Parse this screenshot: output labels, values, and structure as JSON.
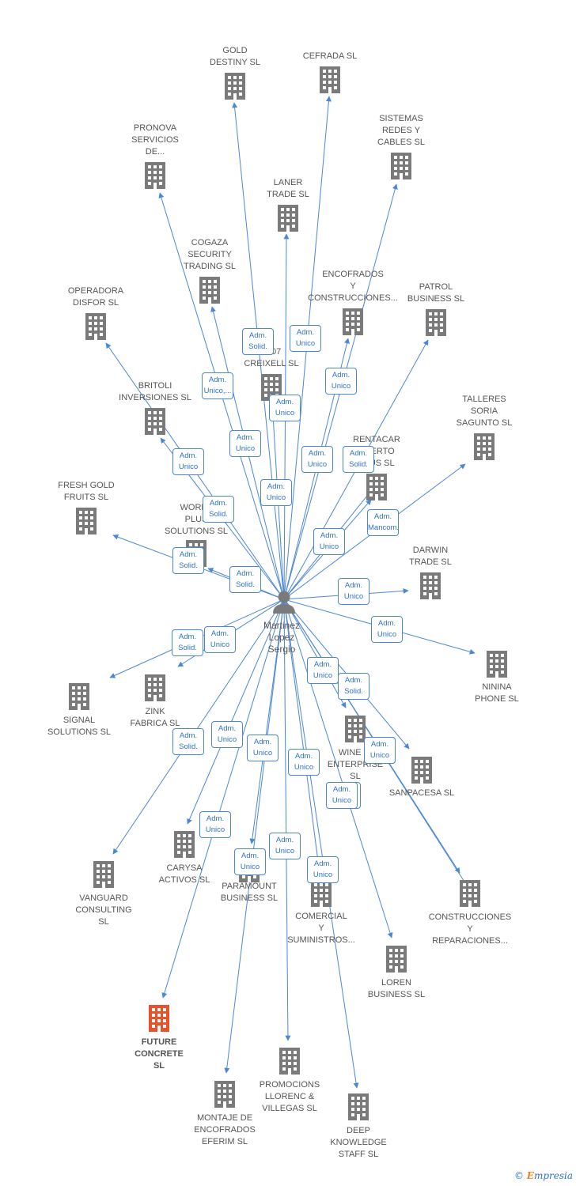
{
  "colors": {
    "edge": "#4a87d6",
    "building": "#7a7a7a",
    "highlight": "#e8522a",
    "text": "#555555"
  },
  "center": {
    "name_lines": [
      "Martinez",
      "Lopez",
      "Sergio"
    ],
    "icon": "person-icon"
  },
  "companies": [
    {
      "id": "gold-destiny",
      "lines": [
        "GOLD",
        "DESTINY  SL"
      ]
    },
    {
      "id": "cefrada",
      "lines": [
        "CEFRADA SL"
      ]
    },
    {
      "id": "sistemas-redes",
      "lines": [
        "SISTEMAS",
        "REDES Y",
        "CABLES  SL"
      ]
    },
    {
      "id": "pronova",
      "lines": [
        "PRONOVA",
        "SERVICIOS",
        "DE..."
      ]
    },
    {
      "id": "laner",
      "lines": [
        "LANER",
        "TRADE  SL"
      ]
    },
    {
      "id": "cogaza",
      "lines": [
        "COGAZA",
        "SECURITY",
        "TRADING SL"
      ]
    },
    {
      "id": "encofrados-y-construcciones",
      "lines": [
        "ENCOFRADOS",
        "Y",
        "CONSTRUCCIONES..."
      ]
    },
    {
      "id": "patrol",
      "lines": [
        "PATROL",
        "BUSINESS  SL"
      ]
    },
    {
      "id": "operadora",
      "lines": [
        "OPERADORA",
        "DISFOR  SL"
      ]
    },
    {
      "id": "creixell",
      "lines": [
        "2007",
        "CREIXELL SL"
      ]
    },
    {
      "id": "britoli",
      "lines": [
        "BRITOLI",
        "INVERSIONES SL"
      ]
    },
    {
      "id": "talleres",
      "lines": [
        "TALLERES",
        "SORIA",
        "SAGUNTO  SL"
      ]
    },
    {
      "id": "rentacar",
      "lines": [
        "RENTACAR",
        "PUERTO",
        "PLUS SL"
      ]
    },
    {
      "id": "fresh-gold",
      "lines": [
        "FRESH GOLD",
        "FRUITS  SL"
      ]
    },
    {
      "id": "world-plus",
      "lines": [
        "WORLD",
        "PLUS",
        "SOLUTIONS  SL"
      ]
    },
    {
      "id": "darwin",
      "lines": [
        "DARWIN",
        "TRADE  SL"
      ]
    },
    {
      "id": "ninina",
      "lines": [
        "NININA",
        "PHONE  SL"
      ]
    },
    {
      "id": "signal",
      "lines": [
        "SIGNAL",
        "SOLUTIONS  SL"
      ]
    },
    {
      "id": "zink",
      "lines": [
        "ZINK",
        "FABRICA SL"
      ]
    },
    {
      "id": "wine-vi",
      "lines": [
        "WINE VI",
        "ENTERPRISE",
        "SL"
      ]
    },
    {
      "id": "sanpacesa",
      "lines": [
        "SANPACESA  SL"
      ]
    },
    {
      "id": "vanguard",
      "lines": [
        "VANGUARD",
        "CONSULTING",
        "SL"
      ]
    },
    {
      "id": "carysa",
      "lines": [
        "CARYSA",
        "ACTIVOS  SL"
      ]
    },
    {
      "id": "paramount",
      "lines": [
        "PARAMOUNT",
        "BUSINESS SL"
      ]
    },
    {
      "id": "comercial",
      "lines": [
        "COMERCIAL",
        "Y",
        "SUMINISTROS..."
      ]
    },
    {
      "id": "construcciones-rep",
      "lines": [
        "CONSTRUCCIONES",
        "Y",
        "REPARACIONES..."
      ]
    },
    {
      "id": "loren",
      "lines": [
        "LOREN",
        "BUSINESS  SL"
      ]
    },
    {
      "id": "future-concrete",
      "lines": [
        "FUTURE",
        "CONCRETE",
        "SL"
      ],
      "highlight": true
    },
    {
      "id": "promociones",
      "lines": [
        "PROMOCIONS",
        "LLORENC &",
        "VILLEGAS SL"
      ]
    },
    {
      "id": "montaje",
      "lines": [
        "MONTAJE DE",
        "ENCOFRADOS",
        "EFERIM SL"
      ]
    },
    {
      "id": "deep-knowledge",
      "lines": [
        "DEEP",
        "KNOWLEDGE",
        "STAFF SL"
      ]
    }
  ],
  "relations": [
    {
      "to": "gold-destiny",
      "lines": [
        "Adm.",
        "Solid."
      ]
    },
    {
      "to": "cefrada",
      "lines": [
        "Adm.",
        "Unico"
      ]
    },
    {
      "to": "sistemas-redes",
      "lines": [
        "Adm.",
        "Unico"
      ]
    },
    {
      "to": "pronova",
      "lines": [
        "Adm.",
        "Unico,..."
      ]
    },
    {
      "to": "laner",
      "lines": [
        "Adm.",
        "Unico"
      ]
    },
    {
      "to": "cogaza",
      "lines": [
        "Adm.",
        "Unico"
      ]
    },
    {
      "to": "encofrados-y-construcciones",
      "lines": [
        "Adm.",
        "Unico"
      ]
    },
    {
      "to": "patrol",
      "lines": [
        "Adm.",
        "Solid."
      ]
    },
    {
      "to": "operadora",
      "lines": [
        "Adm.",
        "Unico"
      ]
    },
    {
      "to": "creixell",
      "lines": [
        "Adm.",
        "Unico"
      ]
    },
    {
      "to": "britoli",
      "lines": [
        "Adm.",
        "Solid."
      ]
    },
    {
      "to": "talleres",
      "lines": [
        "Adm.",
        "Mancom."
      ]
    },
    {
      "to": "rentacar",
      "lines": [
        "Adm.",
        "Unico"
      ]
    },
    {
      "to": "fresh-gold",
      "lines": [
        "Adm.",
        "Solid."
      ]
    },
    {
      "to": "world-plus",
      "lines": [
        "Adm.",
        "Solid."
      ]
    },
    {
      "to": "darwin",
      "lines": [
        "Adm.",
        "Unico"
      ]
    },
    {
      "to": "ninina",
      "lines": [
        "Adm.",
        "Unico"
      ]
    },
    {
      "to": "signal",
      "lines": [
        "Adm.",
        "Solid."
      ]
    },
    {
      "to": "zink",
      "lines": [
        "Adm.",
        "Unico"
      ]
    },
    {
      "to": "wine-vi",
      "lines": [
        "Adm.",
        "Unico"
      ]
    },
    {
      "to": "sanpacesa",
      "lines": [
        "Adm.",
        "Solid."
      ]
    },
    {
      "to": "vanguard",
      "lines": [
        "Adm.",
        "Solid."
      ]
    },
    {
      "to": "carysa",
      "lines": [
        "Adm.",
        "Unico"
      ]
    },
    {
      "to": "paramount",
      "lines": [
        "Adm.",
        "Unico"
      ]
    },
    {
      "to": "comercial",
      "lines": [
        "Adm.",
        "Unico"
      ]
    },
    {
      "to": "construcciones-rep",
      "lines": [
        "Adm.",
        "Unico"
      ]
    },
    {
      "to": "loren",
      "lines": [
        "Adm.",
        "Unico"
      ]
    },
    {
      "to": "future-concrete",
      "lines": [
        "Adm.",
        "Unico"
      ]
    },
    {
      "to": "promociones",
      "lines": [
        "Adm.",
        "Unico"
      ]
    },
    {
      "to": "montaje",
      "lines": [
        "Adm.",
        "Unico"
      ]
    },
    {
      "to": "deep-knowledge",
      "lines": [
        "Adm.",
        "Unico"
      ]
    },
    {
      "to": "rentacar",
      "lines": [
        "Adm.",
        "Unico"
      ]
    },
    {
      "to": "construcciones-rep",
      "lines": [
        "Adm.",
        "Unico"
      ]
    }
  ],
  "footer": {
    "symbol": "©",
    "brand_first": "E",
    "brand_rest": "mpresia"
  }
}
